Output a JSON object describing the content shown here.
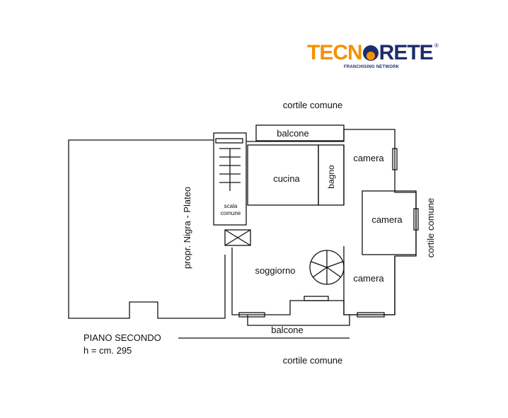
{
  "logo": {
    "brand_part1": "TECN",
    "brand_part2": "RETE",
    "registered": "®",
    "tagline": "FRANCHISING NETWORK"
  },
  "labels": {
    "cortile_top": "cortile comune",
    "cortile_bottom": "cortile comune",
    "cortile_right": "cortile comune",
    "balcone_top": "balcone",
    "balcone_bottom": "balcone",
    "cucina": "cucina",
    "bagno": "bagno",
    "camera_1": "camera",
    "camera_2": "camera",
    "camera_3": "camera",
    "soggiorno": "soggiorno",
    "scala_1": "scala",
    "scala_2": "comune",
    "neighbor": "propr. Nigra - Plateo"
  },
  "footer": {
    "floor": "PIANO SECONDO",
    "height": "h = cm. 295"
  }
}
